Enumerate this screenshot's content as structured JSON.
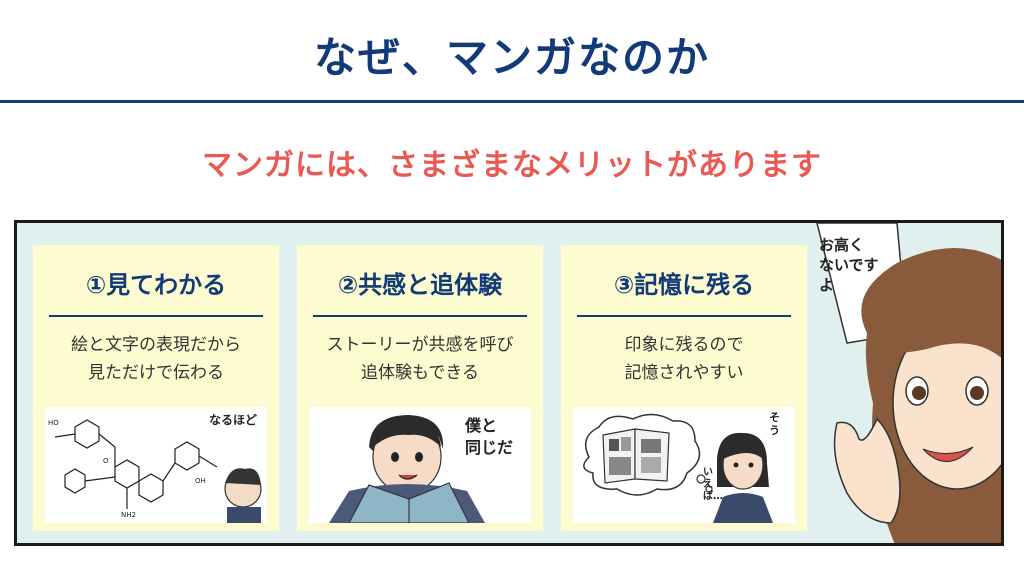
{
  "header": {
    "title": "なぜ、マンガなのか",
    "subtitle": "マンガには、さまざまなメリットがあります"
  },
  "cards": [
    {
      "title": "①見てわかる",
      "desc_line1": "絵と文字の表現だから",
      "desc_line2": "見ただけで伝わる",
      "bubble": "なるほど"
    },
    {
      "title": "②共感と追体験",
      "desc_line1": "ストーリーが共感を呼び",
      "desc_line2": "追体験もできる",
      "bubble_line1": "僕と",
      "bubble_line2": "同じだ"
    },
    {
      "title": "③記憶に残る",
      "desc_line1": "印象に残るので",
      "desc_line2": "記憶されやすい",
      "bubble_top": "そう",
      "bubble_side": "いえば…"
    }
  ],
  "side_bubble": {
    "line1": "お高く",
    "line2": "ないですよ"
  },
  "colors": {
    "title": "#123a78",
    "subtitle": "#ea5a55",
    "panel_bg": "#dff0ee",
    "card_bg": "#fdfbd0"
  }
}
